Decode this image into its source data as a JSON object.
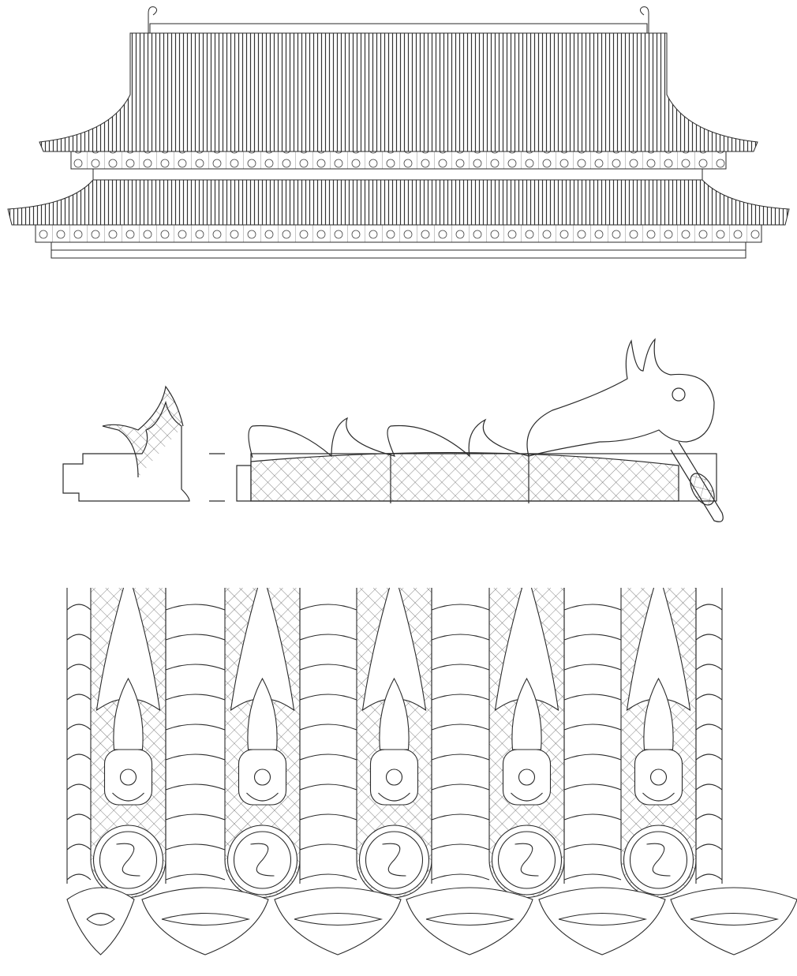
{
  "drawing": {
    "ink_color": "#2a2a2a",
    "paper_color": "#ffffff",
    "tile_columns": 5,
    "dragon_segments": 3,
    "roof_tiers": 2
  }
}
